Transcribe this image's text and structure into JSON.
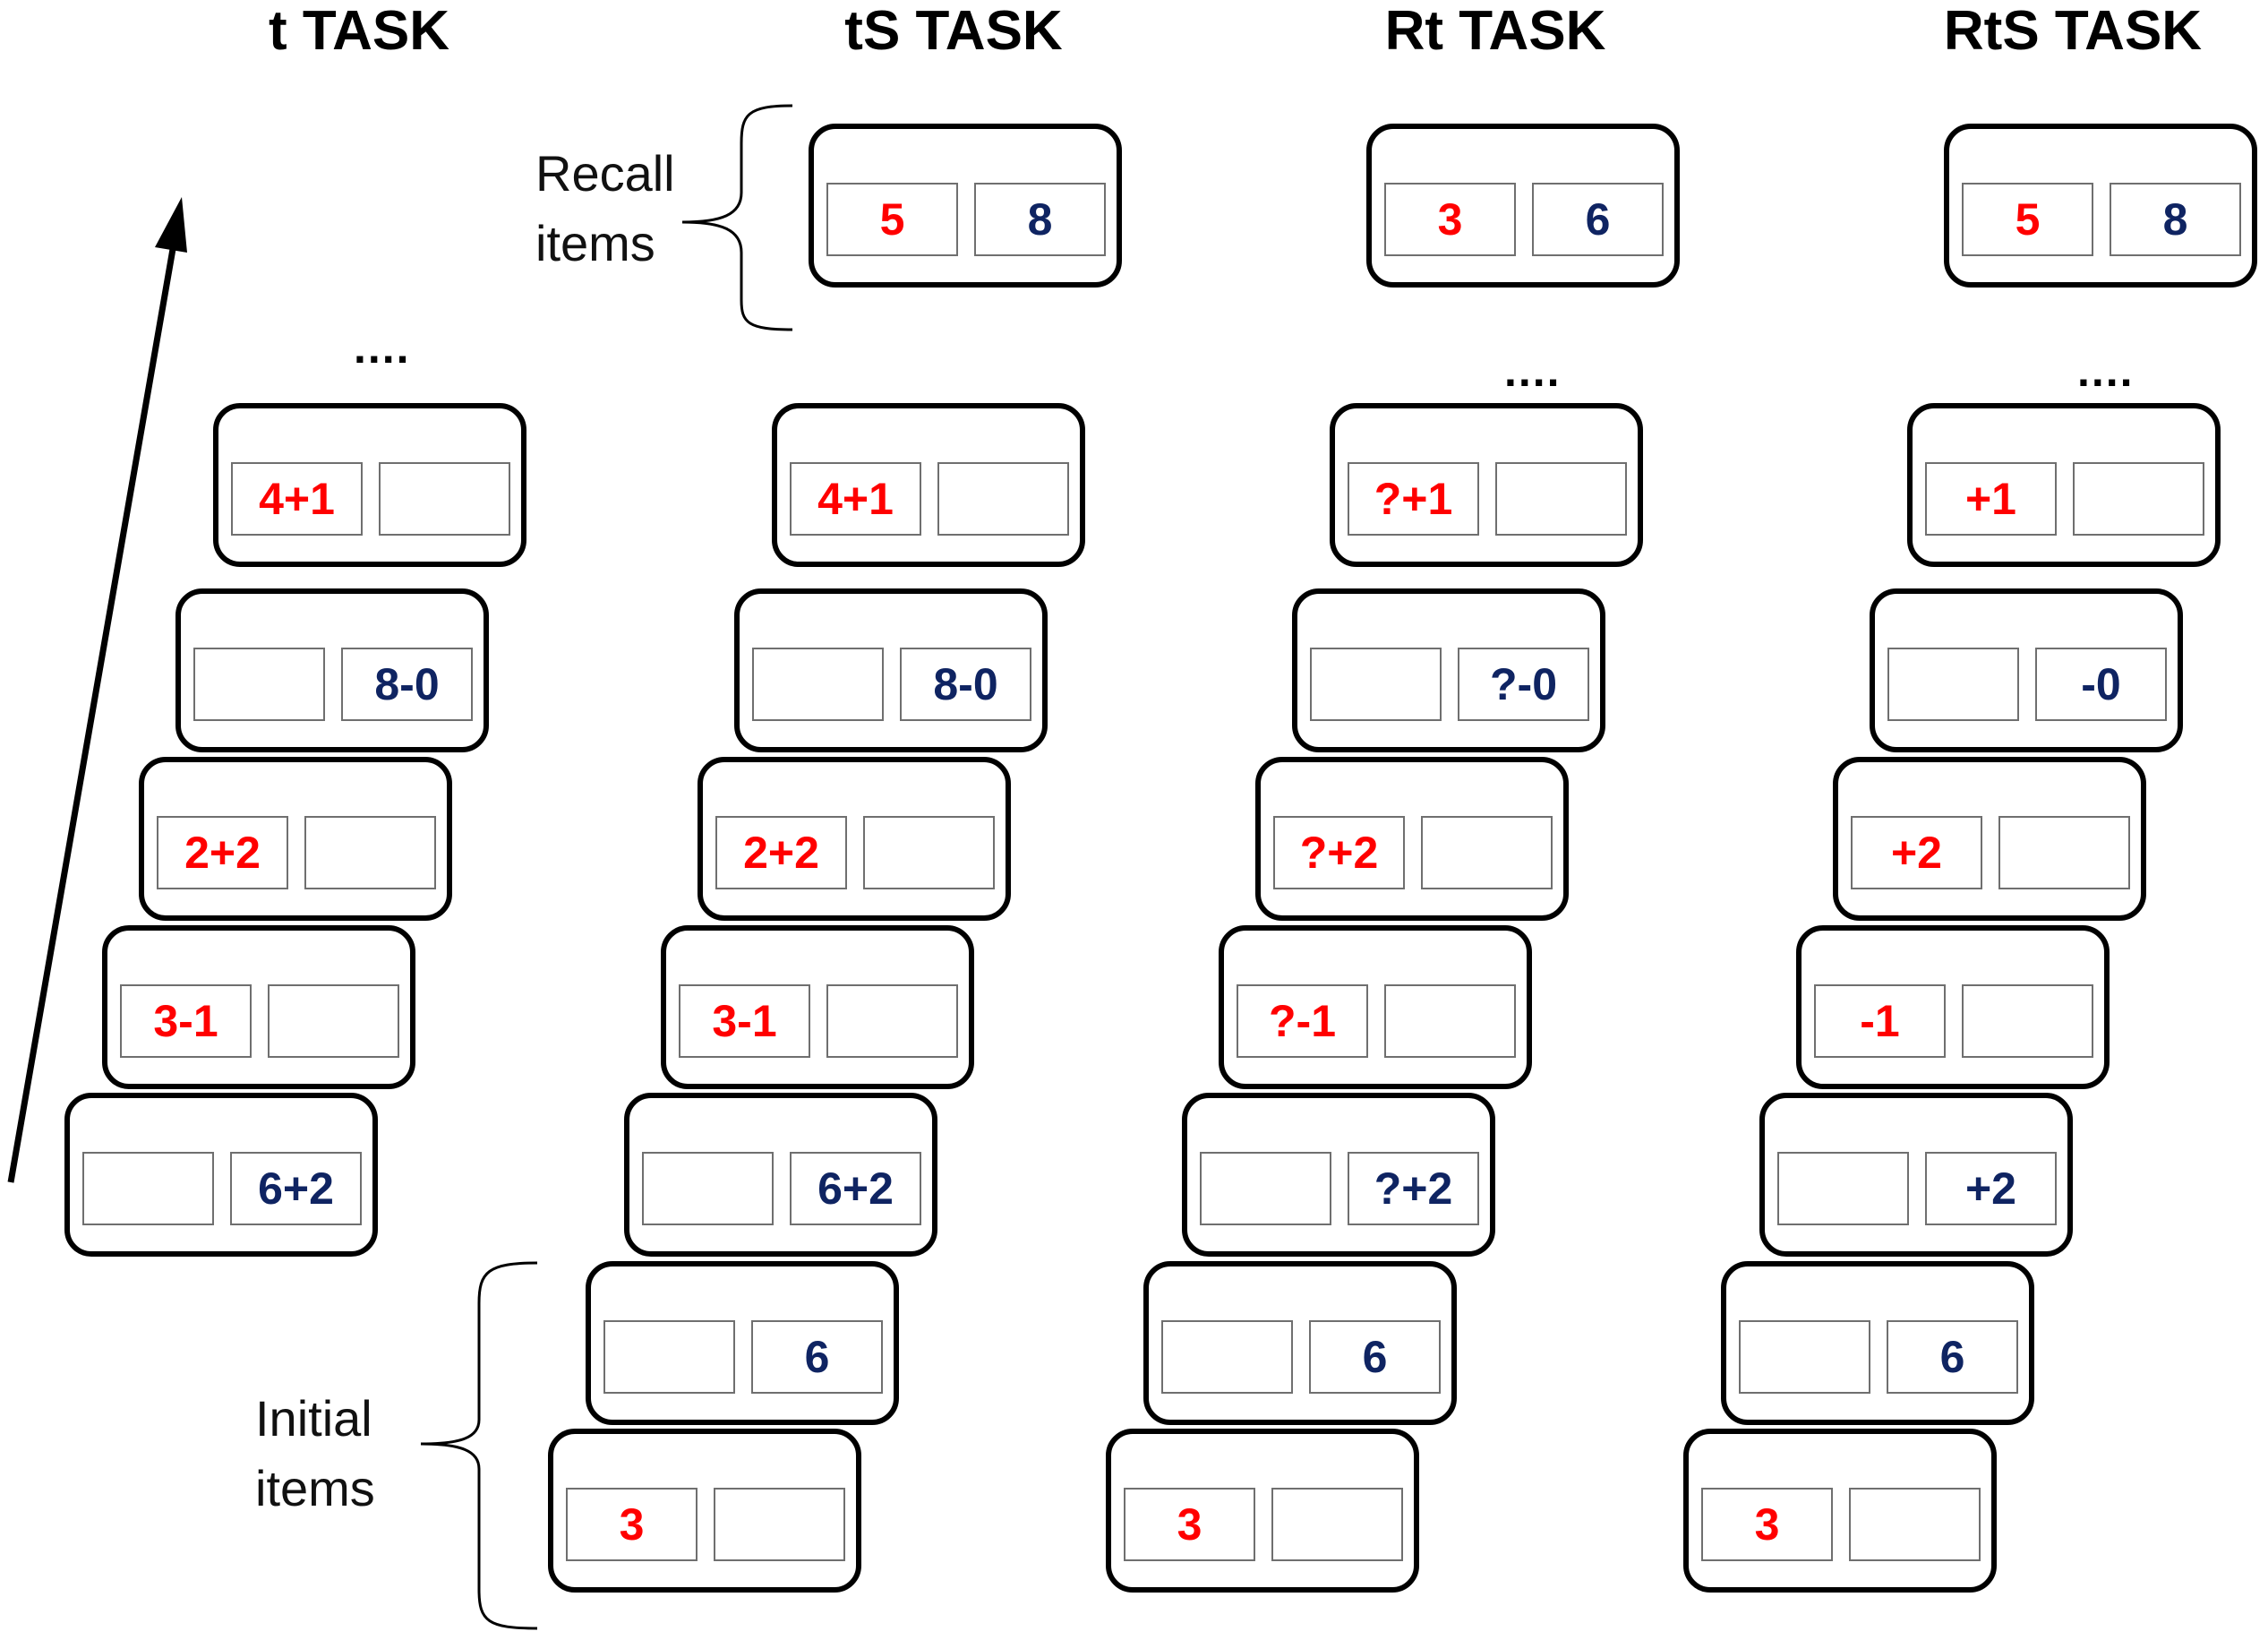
{
  "titles": [
    "t TASK",
    "tS TASK",
    "Rt TASK",
    "RtS TASK"
  ],
  "labels": {
    "recall": [
      "Recall",
      "items"
    ],
    "initial": [
      "Initial",
      "items"
    ]
  },
  "ellipsis": "....",
  "colors": {
    "operand_a": "#ff0000",
    "operand_b": "#0f2462",
    "border": "#000000"
  },
  "tasks": {
    "t": {
      "recall": null,
      "sequence": [
        {
          "left": "",
          "right": "6+2"
        },
        {
          "left": "3-1",
          "right": ""
        },
        {
          "left": "2+2",
          "right": ""
        },
        {
          "left": "",
          "right": "8-0"
        },
        {
          "left": "4+1",
          "right": ""
        }
      ]
    },
    "tS": {
      "recall": {
        "left": "5",
        "right": "8"
      },
      "sequence": [
        {
          "left": "3",
          "right": ""
        },
        {
          "left": "",
          "right": "6"
        },
        {
          "left": "",
          "right": "6+2"
        },
        {
          "left": "3-1",
          "right": ""
        },
        {
          "left": "2+2",
          "right": ""
        },
        {
          "left": "",
          "right": "8-0"
        },
        {
          "left": "4+1",
          "right": ""
        }
      ]
    },
    "Rt": {
      "recall": {
        "left": "3",
        "right": "6"
      },
      "sequence": [
        {
          "left": "3",
          "right": ""
        },
        {
          "left": "",
          "right": "6"
        },
        {
          "left": "",
          "right": "?+2"
        },
        {
          "left": "?-1",
          "right": ""
        },
        {
          "left": "?+2",
          "right": ""
        },
        {
          "left": "",
          "right": "?-0"
        },
        {
          "left": "?+1",
          "right": ""
        }
      ]
    },
    "RtS": {
      "recall": {
        "left": "5",
        "right": "8"
      },
      "sequence": [
        {
          "left": "3",
          "right": ""
        },
        {
          "left": "",
          "right": "6"
        },
        {
          "left": "",
          "right": "+2"
        },
        {
          "left": "-1",
          "right": ""
        },
        {
          "left": "+2",
          "right": ""
        },
        {
          "left": "",
          "right": "-0"
        },
        {
          "left": "+1",
          "right": ""
        }
      ]
    }
  }
}
